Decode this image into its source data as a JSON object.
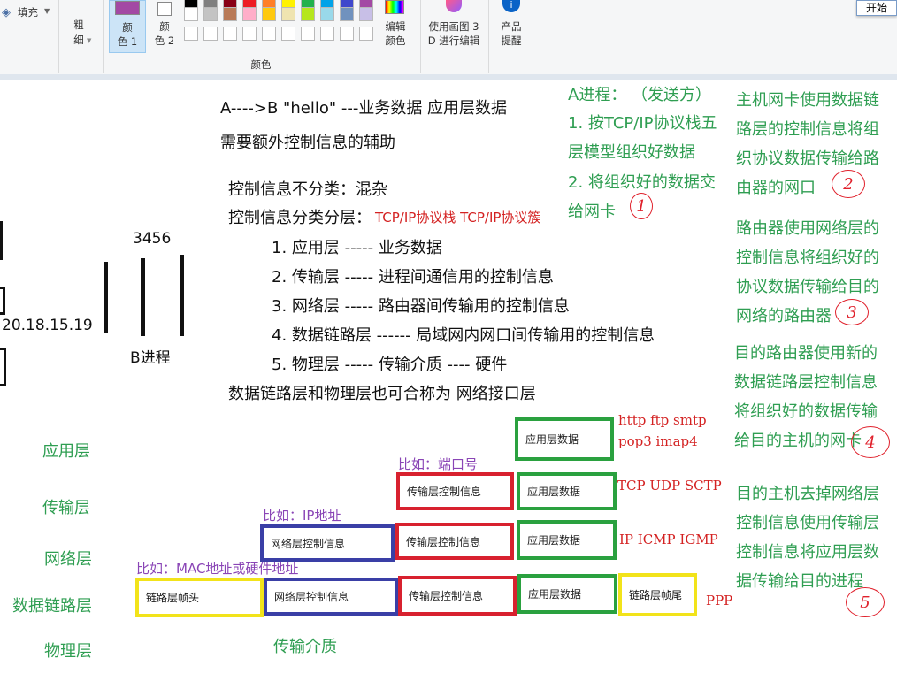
{
  "ribbon": {
    "fill_label": "填充",
    "size_label_1": "粗",
    "size_label_2": "细",
    "color1_label_1": "颜",
    "color1_label_2": "色 1",
    "color2_label_1": "颜",
    "color2_label_2": "色 2",
    "edit_colors_1": "编辑",
    "edit_colors_2": "颜色",
    "paint3d_1": "使用画图 3",
    "paint3d_2": "D 进行编辑",
    "product_1": "产品",
    "product_2": "提醒",
    "group_colors": "颜色",
    "start_button": "开始",
    "color1_value": "#a349a4",
    "color2_value": "#ffffff",
    "palette_row1": [
      "#000000",
      "#7f7f7f",
      "#880015",
      "#ed1c24",
      "#ff7f27",
      "#fff200",
      "#22b14c",
      "#00a2e8",
      "#3f48cc",
      "#a349a4"
    ],
    "palette_row2": [
      "#ffffff",
      "#c3c3c3",
      "#b97a57",
      "#ffaec9",
      "#ffc90e",
      "#efe4b0",
      "#b5e61d",
      "#99d9ea",
      "#7092be",
      "#c8bfe7"
    ]
  },
  "notes": {
    "line1": "A---->B \"hello\" ---业务数据   应用层数据",
    "line2": "需要额外控制信息的辅助",
    "line3": "控制信息不分类：混杂",
    "line4": "控制信息分类分层：",
    "line4_red": "TCP/IP协议栈  TCP/IP协议簇",
    "layer1": "1. 应用层 ----- 业务数据",
    "layer2": "2. 传输层 ----- 进程间通信用的控制信息",
    "layer3": "3. 网络层 ----- 路由器间传输用的控制信息",
    "layer4": "4. 数据链路层  ------ 局域网内网口间传输用的控制信息",
    "layer5": "5. 物理层 ----- 传输介质 ---- 硬件",
    "line_last": "数据链路层和物理层也可合称为 网络接口层"
  },
  "left": {
    "port": "3456",
    "ip": "20.18.15.19",
    "process": "B进程"
  },
  "side_layers": [
    "应用层",
    "传输层",
    "网络层",
    "数据链路层",
    "物理层"
  ],
  "a_process": {
    "title": "A进程：  （发送方）",
    "s1a": "1. 按TCP/IP协议栈五",
    "s1b": "层模型组织好数据",
    "s2a": "2. 将组织好的数据交",
    "s2b": "给网卡"
  },
  "right_col": {
    "b1": [
      "主机网卡使用数据链",
      "路层的控制信息将组",
      "织协议数据传输给路",
      "由器的网口"
    ],
    "b2": [
      "路由器使用网络层的",
      "控制信息将组织好的",
      "协议数据传输给目的",
      "网络的路由器"
    ],
    "b3": [
      "目的路由器使用新的",
      "数据链路层控制信息",
      "将组织好的数据传输",
      "给目的主机的网卡"
    ],
    "b4": [
      "目的主机去掉网络层",
      "控制信息使用传输层",
      "控制信息将应用层数",
      "据传输给目的进程"
    ]
  },
  "circles": [
    "1",
    "2",
    "3",
    "4",
    "5"
  ],
  "diagram": {
    "app_data": "应用层数据",
    "transport_ctrl": "传输层控制信息",
    "network_ctrl": "网络层控制信息",
    "link_head": "链路层帧头",
    "link_tail": "链路层帧尾",
    "eg_port": "比如：端口号",
    "eg_ip": "比如：IP地址",
    "eg_mac": "比如：MAC地址或硬件地址",
    "proto_app_1": "http ftp smtp",
    "proto_app_2": "pop3 imap4",
    "proto_tr": "TCP UDP SCTP",
    "proto_net": "IP ICMP IGMP",
    "proto_link": "PPP",
    "medium": "传输介质"
  }
}
